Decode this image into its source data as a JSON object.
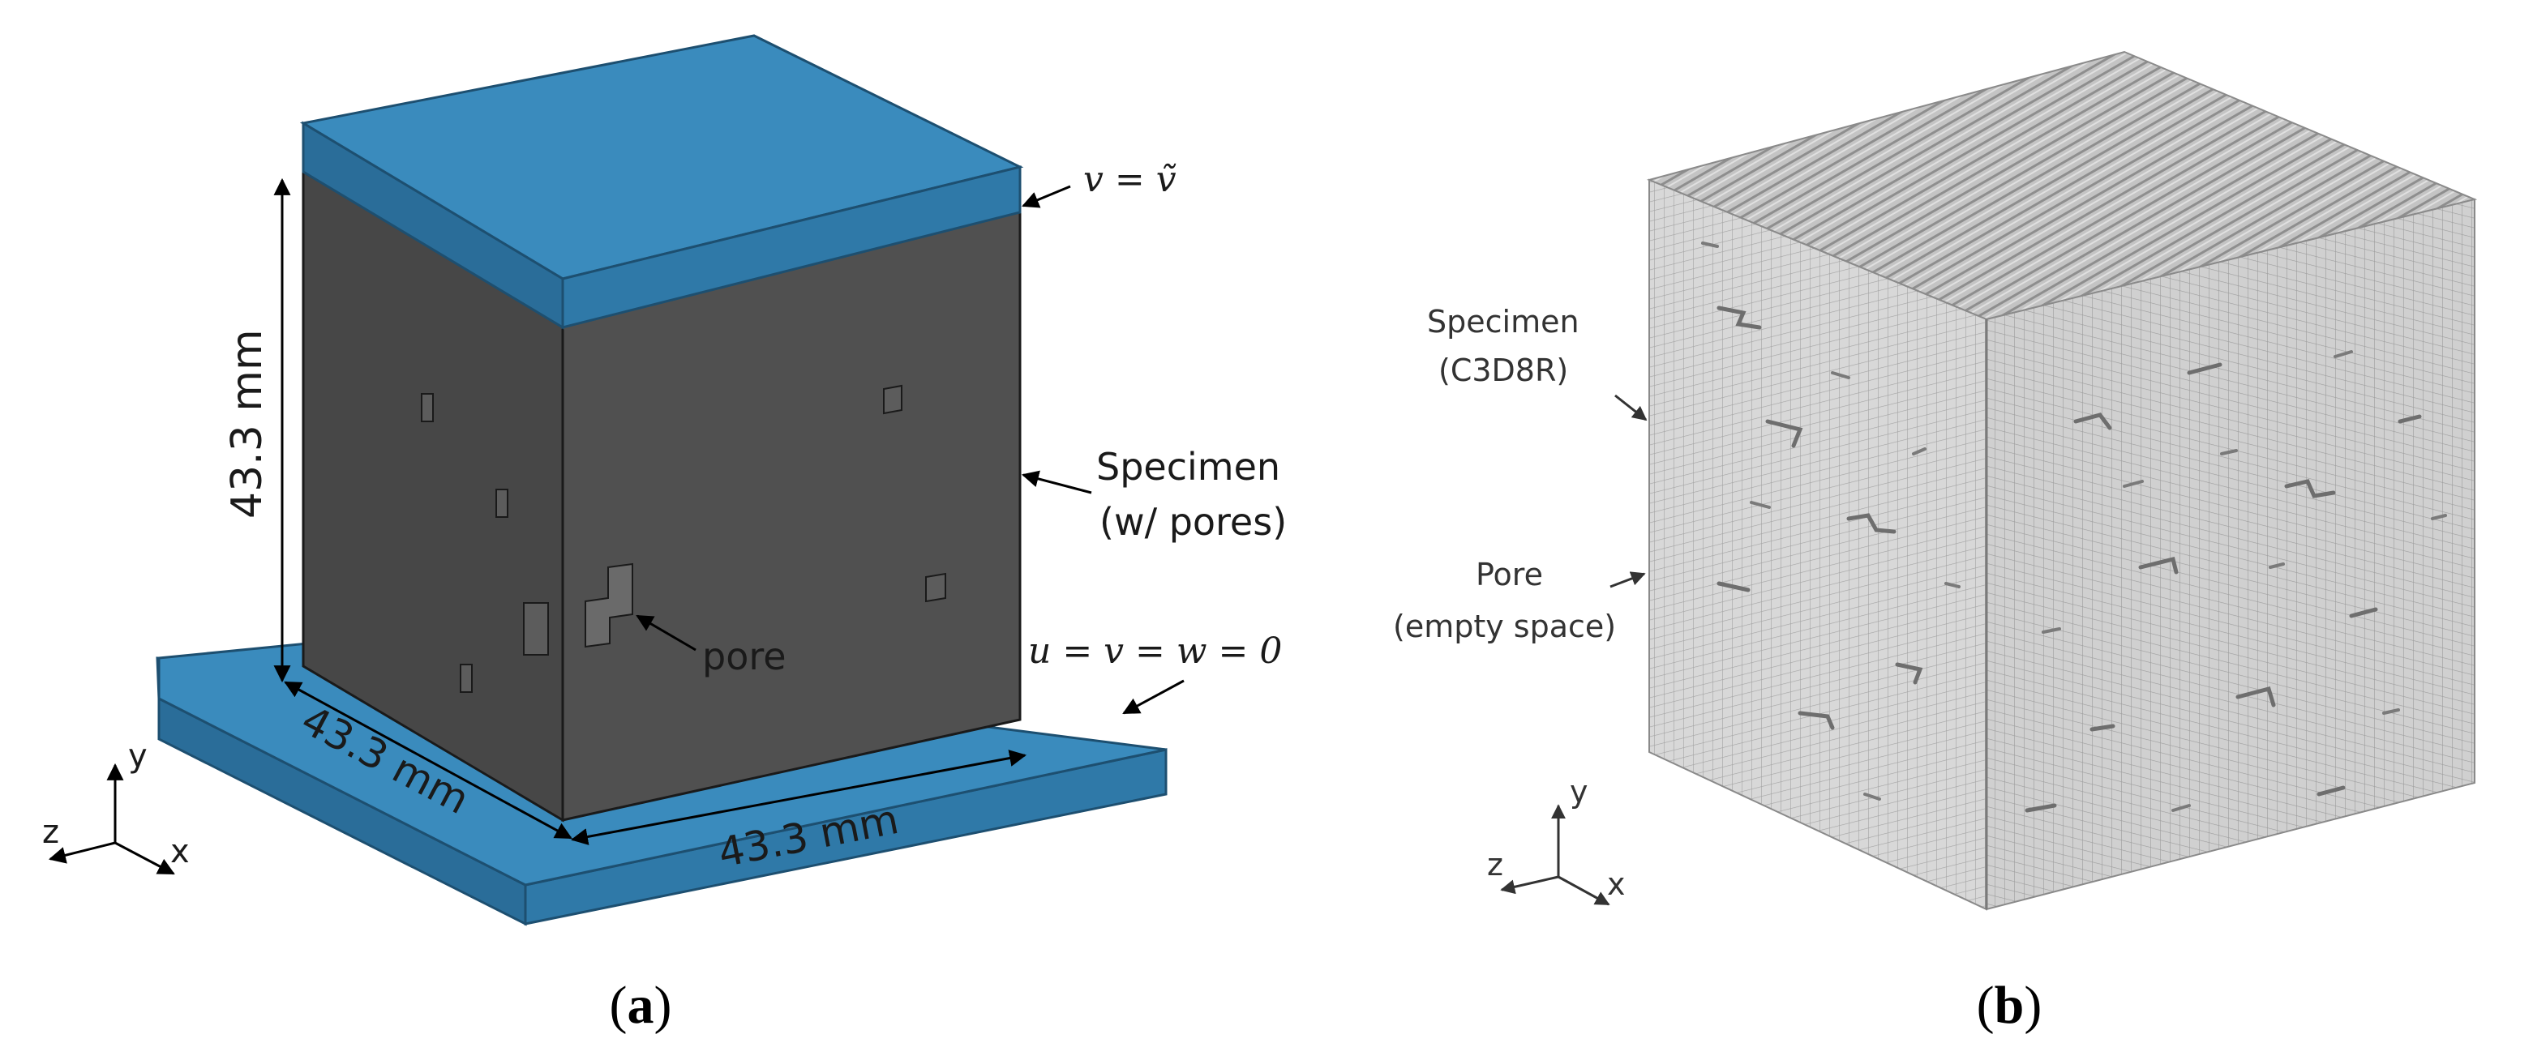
{
  "panel_a": {
    "caption_letter": "a",
    "dim_vertical": "43.3 mm",
    "dim_depth": "43.3 mm",
    "dim_width": "43.3 mm",
    "bc_top": "v = ṽ",
    "bc_bottom": "u = v = w = 0",
    "specimen_label_1": "Specimen",
    "specimen_label_2": "(w/ pores)",
    "pore_label": "pore",
    "axis_y": "y",
    "axis_z": "z",
    "axis_x": "x"
  },
  "panel_b": {
    "caption_letter": "b",
    "specimen_label_1": "Specimen",
    "specimen_label_2": "(C3D8R)",
    "pore_label_1": "Pore",
    "pore_label_2": "(empty space)",
    "axis_y": "y",
    "axis_z": "z",
    "axis_x": "x"
  },
  "colors": {
    "plate_top": "#3a8bbd",
    "plate_front": "#2f79a8",
    "plate_side": "#2a6d99",
    "specimen_front": "#505050",
    "specimen_side": "#474747",
    "mesh_face": "#d6d6d6",
    "mesh_line": "#9a9a9a"
  }
}
